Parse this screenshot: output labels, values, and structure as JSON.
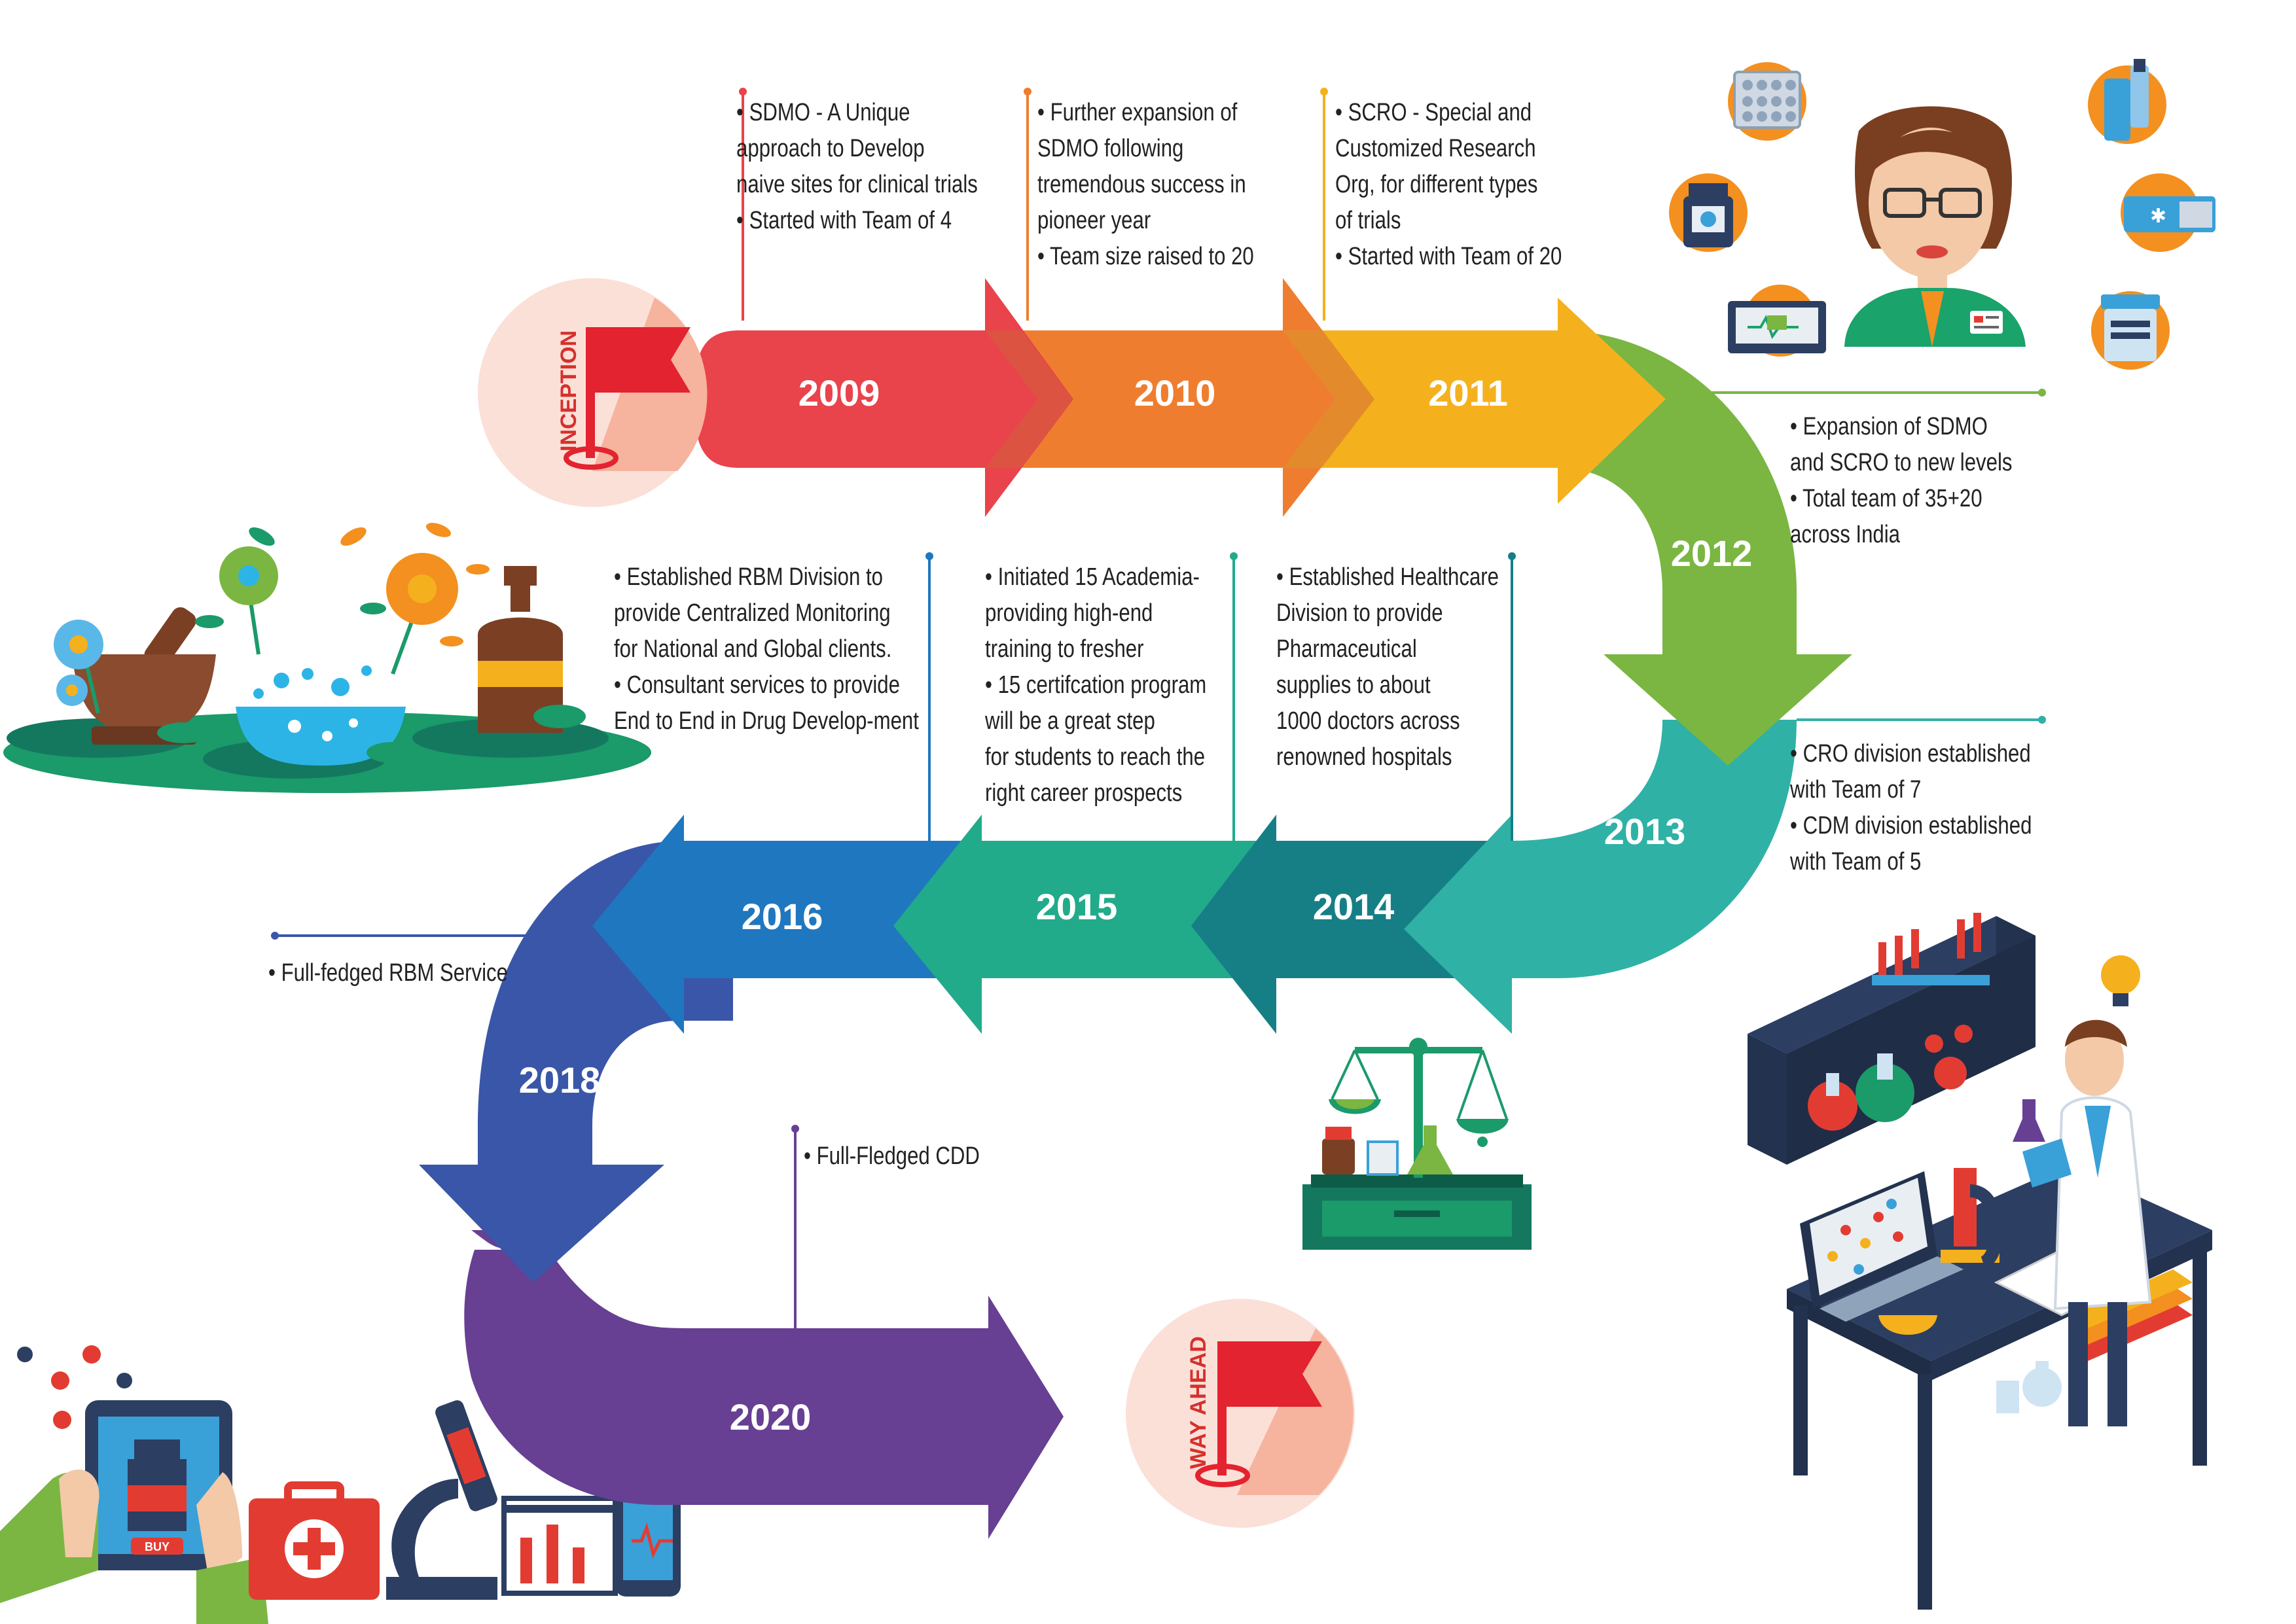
{
  "timeline": {
    "milestones": [
      {
        "id": "2009",
        "year": "2009",
        "color": "#e9434b",
        "notes": [
          "• SDMO - A Unique",
          "approach to Develop",
          "naive sites for clinical trials",
          "• Started with Team of 4"
        ]
      },
      {
        "id": "2010",
        "year": "2010",
        "color": "#ef7d2f",
        "notes": [
          "• Further expansion of",
          "SDMO following",
          "tremendous success in",
          "pioneer year",
          "• Team size raised to 20"
        ]
      },
      {
        "id": "2011",
        "year": "2011",
        "color": "#f5b11d",
        "notes": [
          "• SCRO - Special and",
          "Customized Research",
          "Org, for different types",
          "of trials",
          "• Started with Team of 20"
        ]
      },
      {
        "id": "2012",
        "year": "2012",
        "color": "#7ab641",
        "notes": [
          "• Expansion of SDMO",
          "and SCRO to new levels",
          "• Total team of 35+20",
          "across India"
        ]
      },
      {
        "id": "2013",
        "year": "2013",
        "color": "#2fb1a6",
        "notes": [
          "• CRO division established",
          "with Team of 7",
          "• CDM division established",
          "with Team of 5"
        ]
      },
      {
        "id": "2014",
        "year": "2014",
        "color": "#167f86",
        "notes": [
          "• Established Healthcare",
          "Division to provide",
          "Pharmaceutical",
          "supplies to about",
          "1000 doctors across",
          "renowned hospitals"
        ]
      },
      {
        "id": "2015",
        "year": "2015",
        "color": "#21ab8a",
        "notes": [
          "• Initiated 15 Academia-",
          "providing high-end",
          "training to fresher",
          "• 15 certifcation program",
          "will be a great step",
          "for students to reach the",
          "right career prospects"
        ]
      },
      {
        "id": "2016",
        "year": "2016",
        "color": "#1f77c0",
        "notes": [
          "• Established RBM Division to",
          "provide Centralized Monitoring",
          "for National and Global clients.",
          "• Consultant services to provide",
          "End to End in Drug Develop-ment"
        ]
      },
      {
        "id": "2018",
        "year": "2018",
        "color": "#3a56a8",
        "notes": [
          "• Full-fedged RBM Service"
        ]
      },
      {
        "id": "2020",
        "year": "2020",
        "color": "#673f93",
        "notes": [
          "• Full-Fledged CDD"
        ]
      }
    ],
    "start_label": "INCEPTION",
    "end_label": "WAY AHEAD"
  },
  "illustrations": {
    "tablet_buy_label": "BUY"
  },
  "colors": {
    "flag": "#e3232f",
    "circle_bg": "#fbe0d8",
    "circle_shade": "#f6b39e"
  }
}
